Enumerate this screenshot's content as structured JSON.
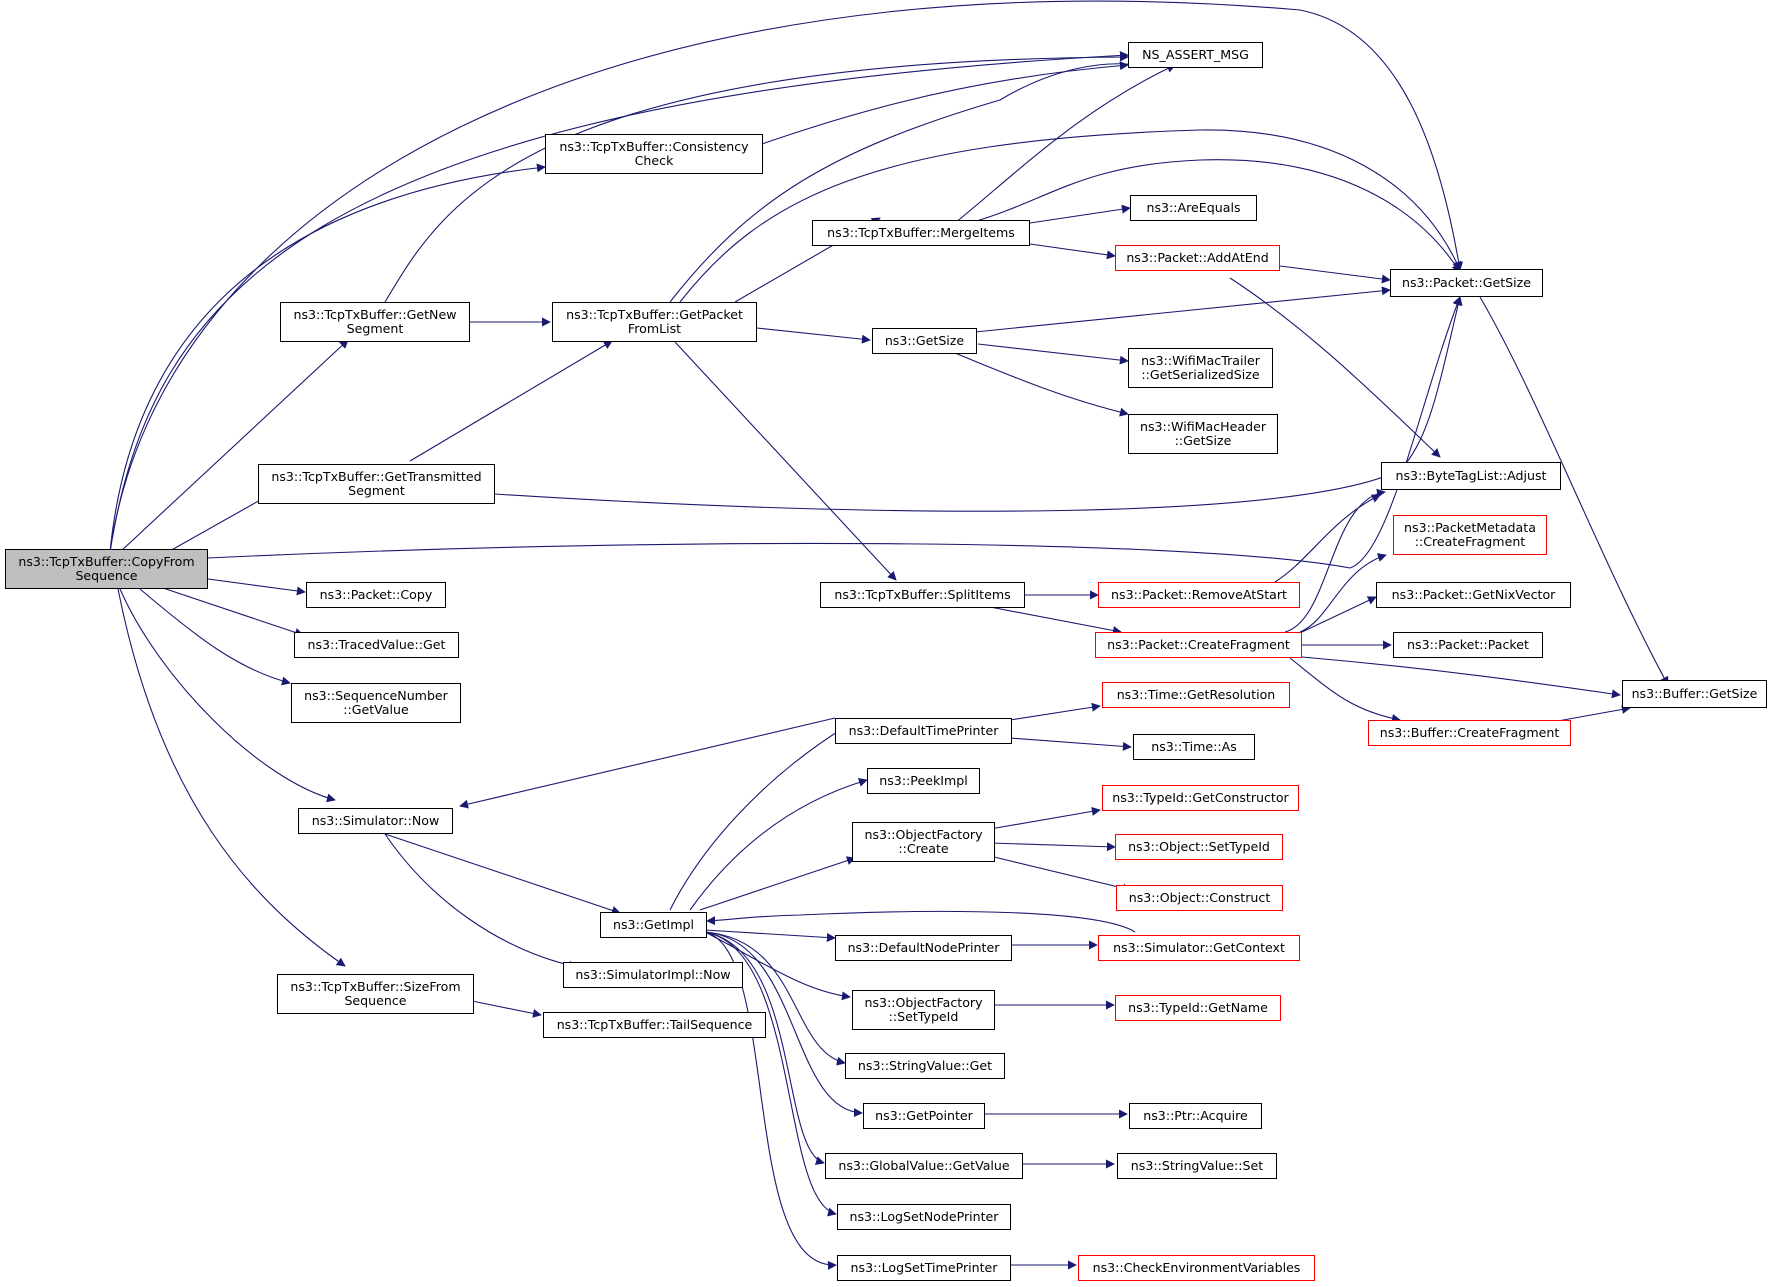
{
  "colors": {
    "edge": "#191970",
    "box_border": "#000000",
    "box_border_partial": "#ff0000",
    "root_fill": "#bfbfbf"
  },
  "nodes": {
    "root": {
      "lines": [
        "ns3::TcpTxBuffer::CopyFrom",
        "Sequence"
      ]
    },
    "ns_assert_msg": {
      "lines": [
        "NS_ASSERT_MSG"
      ]
    },
    "consistency_check": {
      "lines": [
        "ns3::TcpTxBuffer::Consistency",
        "Check"
      ]
    },
    "are_equals": {
      "lines": [
        "ns3::AreEquals"
      ]
    },
    "merge_items": {
      "lines": [
        "ns3::TcpTxBuffer::MergeItems"
      ]
    },
    "add_at_end": {
      "lines": [
        "ns3::Packet::AddAtEnd"
      ]
    },
    "packet_get_size": {
      "lines": [
        "ns3::Packet::GetSize"
      ]
    },
    "get_new_segment": {
      "lines": [
        "ns3::TcpTxBuffer::GetNew",
        "Segment"
      ]
    },
    "get_packet_from_list": {
      "lines": [
        "ns3::TcpTxBuffer::GetPacket",
        "FromList"
      ]
    },
    "get_size": {
      "lines": [
        "ns3::GetSize"
      ]
    },
    "wifi_mac_trailer": {
      "lines": [
        "ns3::WifiMacTrailer",
        "::GetSerializedSize"
      ]
    },
    "wifi_mac_header": {
      "lines": [
        "ns3::WifiMacHeader",
        "::GetSize"
      ]
    },
    "get_transmitted_segment": {
      "lines": [
        "ns3::TcpTxBuffer::GetTransmitted",
        "Segment"
      ]
    },
    "byte_tag_list_adjust": {
      "lines": [
        "ns3::ByteTagList::Adjust"
      ]
    },
    "packet_metadata_create_fragment": {
      "lines": [
        "ns3::PacketMetadata",
        "::CreateFragment"
      ]
    },
    "packet_copy": {
      "lines": [
        "ns3::Packet::Copy"
      ]
    },
    "split_items": {
      "lines": [
        "ns3::TcpTxBuffer::SplitItems"
      ]
    },
    "remove_at_start": {
      "lines": [
        "ns3::Packet::RemoveAtStart"
      ]
    },
    "get_nix_vector": {
      "lines": [
        "ns3::Packet::GetNixVector"
      ]
    },
    "traced_value_get": {
      "lines": [
        "ns3::TracedValue::Get"
      ]
    },
    "packet_create_fragment": {
      "lines": [
        "ns3::Packet::CreateFragment"
      ]
    },
    "packet_packet": {
      "lines": [
        "ns3::Packet::Packet"
      ]
    },
    "sequence_number_get_value": {
      "lines": [
        "ns3::SequenceNumber",
        "::GetValue"
      ]
    },
    "buffer_get_size": {
      "lines": [
        "ns3::Buffer::GetSize"
      ]
    },
    "time_get_resolution": {
      "lines": [
        "ns3::Time::GetResolution"
      ]
    },
    "default_time_printer": {
      "lines": [
        "ns3::DefaultTimePrinter"
      ]
    },
    "buffer_create_fragment": {
      "lines": [
        "ns3::Buffer::CreateFragment"
      ]
    },
    "time_as": {
      "lines": [
        "ns3::Time::As"
      ]
    },
    "peek_impl": {
      "lines": [
        "ns3::PeekImpl"
      ]
    },
    "type_id_get_constructor": {
      "lines": [
        "ns3::TypeId::GetConstructor"
      ]
    },
    "simulator_now": {
      "lines": [
        "ns3::Simulator::Now"
      ]
    },
    "object_factory_create": {
      "lines": [
        "ns3::ObjectFactory",
        "::Create"
      ]
    },
    "object_set_type_id": {
      "lines": [
        "ns3::Object::SetTypeId"
      ]
    },
    "object_construct": {
      "lines": [
        "ns3::Object::Construct"
      ]
    },
    "get_impl": {
      "lines": [
        "ns3::GetImpl"
      ]
    },
    "default_node_printer": {
      "lines": [
        "ns3::DefaultNodePrinter"
      ]
    },
    "simulator_get_context": {
      "lines": [
        "ns3::Simulator::GetContext"
      ]
    },
    "simulator_impl_now": {
      "lines": [
        "ns3::SimulatorImpl::Now"
      ]
    },
    "size_from_sequence": {
      "lines": [
        "ns3::TcpTxBuffer::SizeFrom",
        "Sequence"
      ]
    },
    "object_factory_set_type_id": {
      "lines": [
        "ns3::ObjectFactory",
        "::SetTypeId"
      ]
    },
    "type_id_get_name": {
      "lines": [
        "ns3::TypeId::GetName"
      ]
    },
    "tail_sequence": {
      "lines": [
        "ns3::TcpTxBuffer::TailSequence"
      ]
    },
    "string_value_get": {
      "lines": [
        "ns3::StringValue::Get"
      ]
    },
    "get_pointer": {
      "lines": [
        "ns3::GetPointer"
      ]
    },
    "ptr_acquire": {
      "lines": [
        "ns3::Ptr::Acquire"
      ]
    },
    "global_value_get_value": {
      "lines": [
        "ns3::GlobalValue::GetValue"
      ]
    },
    "string_value_set": {
      "lines": [
        "ns3::StringValue::Set"
      ]
    },
    "log_set_node_printer": {
      "lines": [
        "ns3::LogSetNodePrinter"
      ]
    },
    "log_set_time_printer": {
      "lines": [
        "ns3::LogSetTimePrinter"
      ]
    },
    "check_environment_variables": {
      "lines": [
        "ns3::CheckEnvironmentVariables"
      ]
    }
  }
}
